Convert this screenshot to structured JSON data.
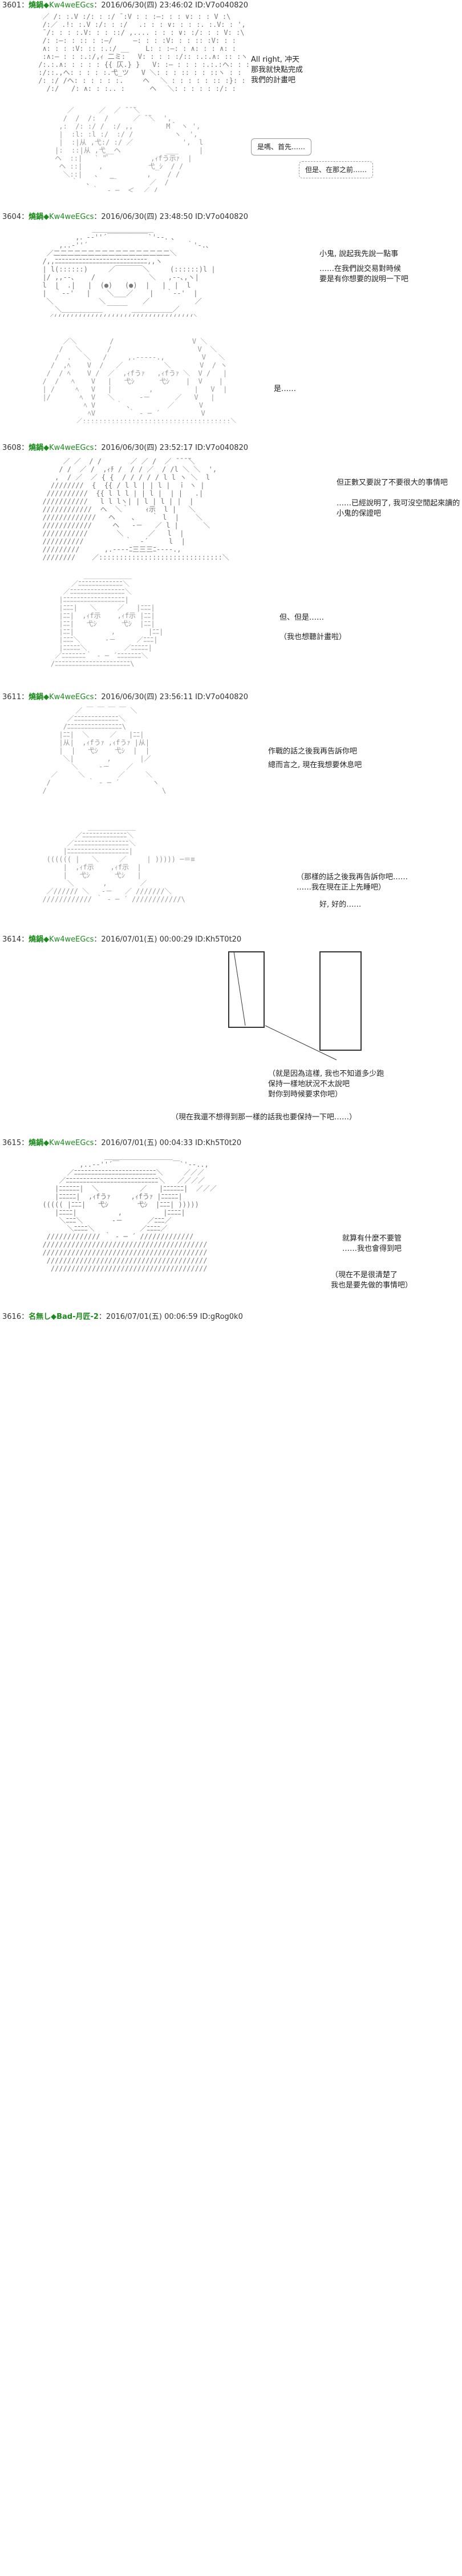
{
  "posts": [
    {
      "header": {
        "num": "3601：",
        "name": "燒鍋",
        "trip": "◆Kw4weEGcs",
        "meta": "：2016/06/30(四) 23:46:02 ID:V7o040820"
      },
      "lines": [
        {
          "text": "All right, 冲天"
        },
        {
          "text": "那我就快點完成"
        },
        {
          "text": "我們的計畫吧"
        }
      ],
      "bubbles": [
        {
          "text": "是嗎、首先……"
        },
        {
          "text": "但是、在那之前……"
        }
      ]
    },
    {
      "header": {
        "num": "3604：",
        "name": "燒鍋",
        "trip": "◆Kw4weEGcs",
        "meta": "：2016/06/30(四) 23:48:50 ID:V7o040820"
      },
      "lines": [
        {
          "text": "小鬼, 說起我先說一點事"
        },
        {
          "text": "……在我們說交易對時候"
        },
        {
          "text": "要是有你想要的說明一下吧"
        },
        {
          "text": "是……"
        }
      ]
    },
    {
      "header": {
        "num": "3608：",
        "name": "燒鍋",
        "trip": "◆Kw4weEGcs",
        "meta": "：2016/06/30(四) 23:52:17 ID:V7o040820"
      },
      "lines": [
        {
          "text": "但正數又要說了不要很大的事情吧"
        },
        {
          "text": "……已經說明了, 我可沒空閒起來讀的"
        },
        {
          "text": "小鬼的保證吧"
        },
        {
          "text": "但、但是……"
        },
        {
          "text": "（我也想聽計畫啦）"
        }
      ]
    },
    {
      "header": {
        "num": "3611：",
        "name": "燒鍋",
        "trip": "◆Kw4weEGcs",
        "meta": "：2016/06/30(四) 23:56:11 ID:V7o040820"
      },
      "lines": [
        {
          "text": "作戰的話之後我再告訴你吧"
        },
        {
          "text": "總而言之, 現在我想要休息吧"
        },
        {
          "text": "（那樣的話之後我再告訴你吧……"
        },
        {
          "text": "……我在現在正上先睡吧）"
        },
        {
          "text": "好, 好的……"
        }
      ]
    },
    {
      "header": {
        "num": "3614：",
        "name": "燒鍋",
        "trip": "◆Kw4weEGcs",
        "meta": "：2016/07/01(五) 00:00:29 ID:Kh5T0t20"
      },
      "lines": [
        {
          "text": "（就是因為這樣, 我也不知道多少跑"
        },
        {
          "text": "保持一樣地狀況不太說吧"
        },
        {
          "text": "對你到時候要求你吧）"
        },
        {
          "text": "（現在我還不想得到那一樣的話我也要保持一下吧……）"
        }
      ]
    },
    {
      "header": {
        "num": "3615：",
        "name": "燒鍋",
        "trip": "◆Kw4weEGcs",
        "meta": "：2016/07/01(五) 00:04:33 ID:Kh5T0t20"
      },
      "lines": [
        {
          "text": "就算有什麼不要管"
        },
        {
          "text": "……我也會得到吧"
        },
        {
          "text": "（現在不是很清楚了"
        },
        {
          "text": "我也是要先做的事情吧）"
        }
      ]
    },
    {
      "header": {
        "num": "3616：",
        "name": "名無し◆Bad-月匠-2",
        "trip": "",
        "meta": "：2016/07/01(五) 00:06:59 ID:gRog0k0"
      }
    }
  ]
}
